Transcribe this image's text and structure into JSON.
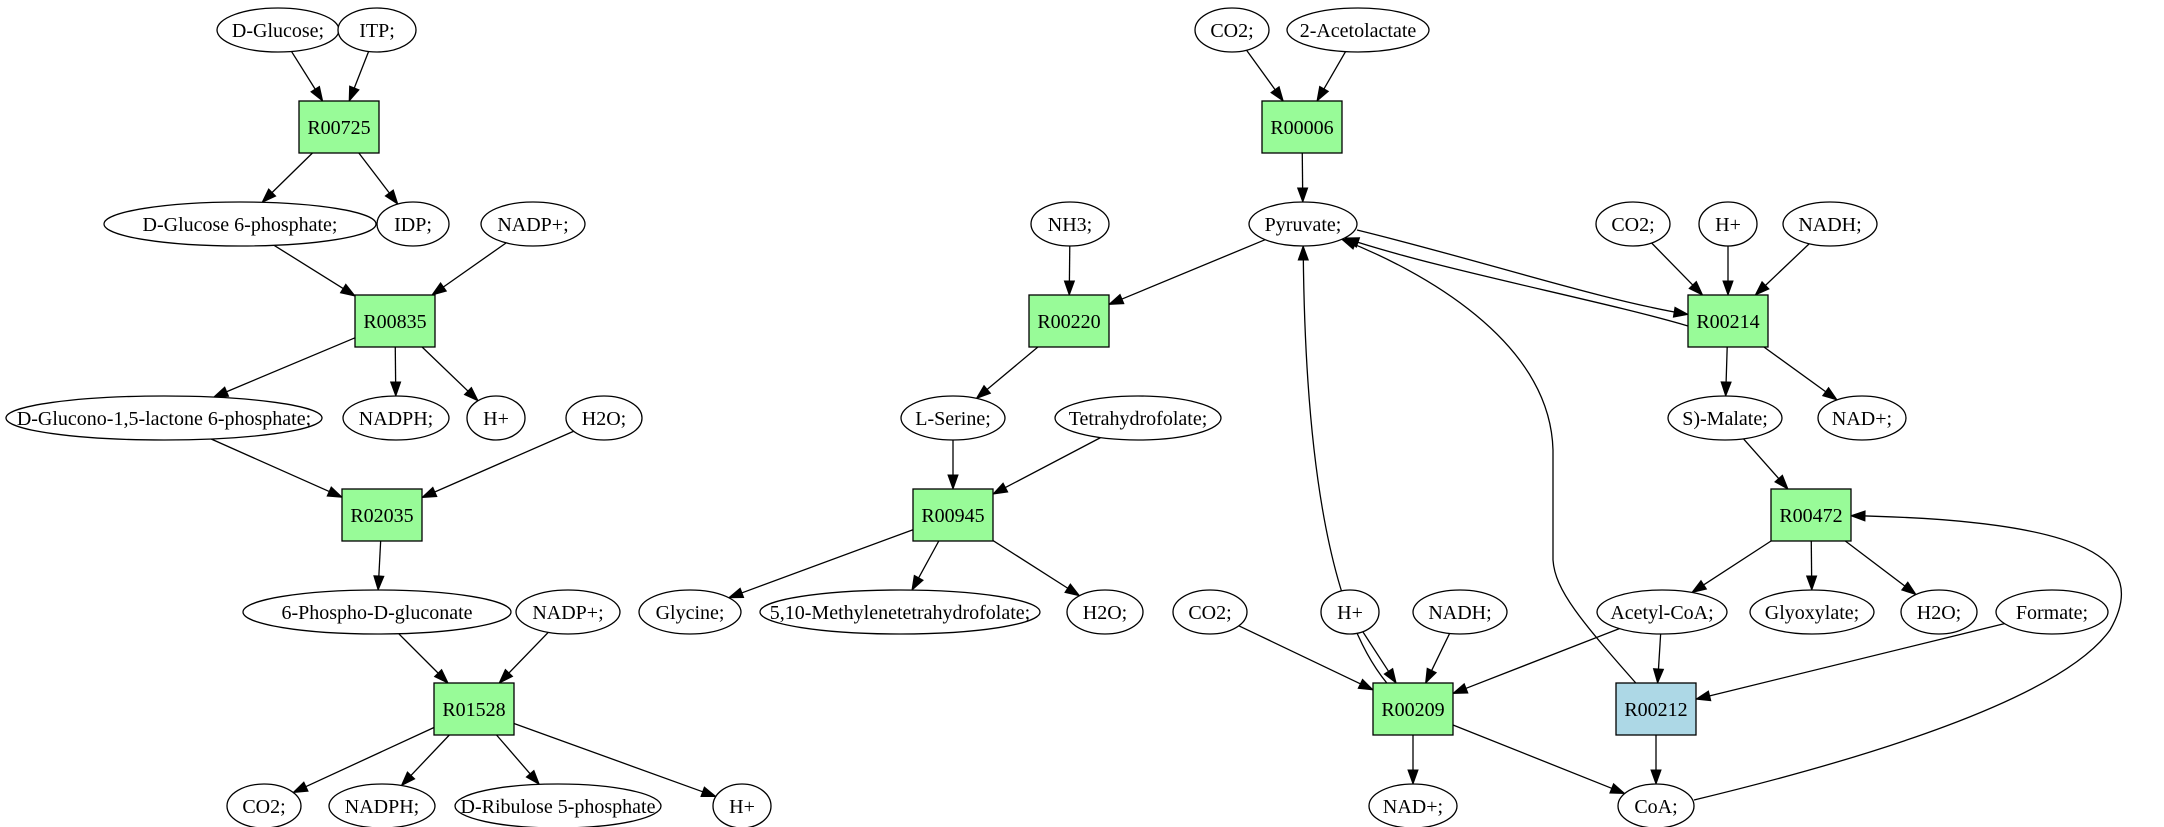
{
  "colors": {
    "reaction": "#98fb98",
    "reaction_alt": "#add8e6",
    "source_compound": "#00ff00",
    "target_compound": "#ffff00",
    "compound": "#ffffff",
    "line": "#000000"
  },
  "compounds": [
    {
      "id": "c_dglucose",
      "label": "D-Glucose;",
      "fill": "source"
    },
    {
      "id": "c_itp",
      "label": "ITP;"
    },
    {
      "id": "c_g6p",
      "label": "D-Glucose 6-phosphate;"
    },
    {
      "id": "c_idp",
      "label": "IDP;"
    },
    {
      "id": "c_nadp1",
      "label": "NADP+;"
    },
    {
      "id": "c_glucono",
      "label": "D-Glucono-1,5-lactone 6-phosphate;"
    },
    {
      "id": "c_nadph1",
      "label": "NADPH;"
    },
    {
      "id": "c_h1",
      "label": "H+"
    },
    {
      "id": "c_h2o1",
      "label": "H2O;"
    },
    {
      "id": "c_6pg",
      "label": "6-Phospho-D-gluconate"
    },
    {
      "id": "c_nadp2",
      "label": "NADP+;"
    },
    {
      "id": "c_co2a",
      "label": "CO2;"
    },
    {
      "id": "c_nadph2",
      "label": "NADPH;"
    },
    {
      "id": "c_ribulose",
      "label": "D-Ribulose 5-phosphate"
    },
    {
      "id": "c_h2",
      "label": "H+"
    },
    {
      "id": "c_co2b",
      "label": "CO2;"
    },
    {
      "id": "c_acetolactate",
      "label": "2-Acetolactate"
    },
    {
      "id": "c_pyruvate",
      "label": "Pyruvate;"
    },
    {
      "id": "c_nh3",
      "label": "NH3;"
    },
    {
      "id": "c_serine",
      "label": "L-Serine;"
    },
    {
      "id": "c_thf",
      "label": "Tetrahydrofolate;"
    },
    {
      "id": "c_glycine",
      "label": "Glycine;",
      "fill": "target"
    },
    {
      "id": "c_methylene",
      "label": "5,10-Methylenetetrahydrofolate;"
    },
    {
      "id": "c_h2o2",
      "label": "H2O;"
    },
    {
      "id": "c_co2c",
      "label": "CO2;"
    },
    {
      "id": "c_h3",
      "label": "H+"
    },
    {
      "id": "c_nadh1",
      "label": "NADH;"
    },
    {
      "id": "c_malate",
      "label": "S)-Malate;"
    },
    {
      "id": "c_nad1",
      "label": "NAD+;"
    },
    {
      "id": "c_co2d",
      "label": "CO2;"
    },
    {
      "id": "c_h4",
      "label": "H+"
    },
    {
      "id": "c_nadh2",
      "label": "NADH;"
    },
    {
      "id": "c_acetylcoa",
      "label": "Acetyl-CoA;"
    },
    {
      "id": "c_glyoxylate",
      "label": "Glyoxylate;"
    },
    {
      "id": "c_h2o3",
      "label": "H2O;"
    },
    {
      "id": "c_formate",
      "label": "Formate;"
    },
    {
      "id": "c_nad2",
      "label": "NAD+;"
    },
    {
      "id": "c_coa",
      "label": "CoA;"
    }
  ],
  "reactions": [
    {
      "id": "r_R00725",
      "label": "R00725"
    },
    {
      "id": "r_R00835",
      "label": "R00835"
    },
    {
      "id": "r_R02035",
      "label": "R02035"
    },
    {
      "id": "r_R01528",
      "label": "R01528"
    },
    {
      "id": "r_R00006",
      "label": "R00006"
    },
    {
      "id": "r_R00220",
      "label": "R00220"
    },
    {
      "id": "r_R00945",
      "label": "R00945"
    },
    {
      "id": "r_R00214",
      "label": "R00214"
    },
    {
      "id": "r_R00472",
      "label": "R00472"
    },
    {
      "id": "r_R00209",
      "label": "R00209"
    },
    {
      "id": "r_R00212",
      "label": "R00212",
      "fill": "alt"
    }
  ],
  "edges": [
    [
      "c_dglucose",
      "r_R00725"
    ],
    [
      "c_itp",
      "r_R00725"
    ],
    [
      "r_R00725",
      "c_g6p"
    ],
    [
      "r_R00725",
      "c_idp"
    ],
    [
      "c_g6p",
      "r_R00835"
    ],
    [
      "c_nadp1",
      "r_R00835"
    ],
    [
      "r_R00835",
      "c_glucono"
    ],
    [
      "r_R00835",
      "c_nadph1"
    ],
    [
      "r_R00835",
      "c_h1"
    ],
    [
      "c_glucono",
      "r_R02035"
    ],
    [
      "c_h2o1",
      "r_R02035"
    ],
    [
      "r_R02035",
      "c_6pg"
    ],
    [
      "c_6pg",
      "r_R01528"
    ],
    [
      "c_nadp2",
      "r_R01528"
    ],
    [
      "r_R01528",
      "c_co2a"
    ],
    [
      "r_R01528",
      "c_nadph2"
    ],
    [
      "r_R01528",
      "c_ribulose"
    ],
    [
      "r_R01528",
      "c_h2"
    ],
    [
      "c_co2b",
      "r_R00006"
    ],
    [
      "c_acetolactate",
      "r_R00006"
    ],
    [
      "r_R00006",
      "c_pyruvate"
    ],
    [
      "c_nh3",
      "r_R00220"
    ],
    [
      "c_pyruvate",
      "r_R00220"
    ],
    [
      "r_R00220",
      "c_serine"
    ],
    [
      "c_serine",
      "r_R00945"
    ],
    [
      "c_thf",
      "r_R00945"
    ],
    [
      "r_R00945",
      "c_glycine"
    ],
    [
      "r_R00945",
      "c_methylene"
    ],
    [
      "r_R00945",
      "c_h2o2"
    ],
    [
      "c_co2d",
      "r_R00214"
    ],
    [
      "c_h4",
      "r_R00214"
    ],
    [
      "c_nadh2",
      "r_R00214"
    ],
    [
      "c_pyruvate",
      "r_R00214"
    ],
    [
      "r_R00214",
      "c_pyruvate"
    ],
    [
      "r_R00214",
      "c_malate"
    ],
    [
      "r_R00214",
      "c_nad1"
    ],
    [
      "c_malate",
      "r_R00472"
    ],
    [
      "c_coa",
      "r_R00472"
    ],
    [
      "r_R00472",
      "c_acetylcoa"
    ],
    [
      "r_R00472",
      "c_glyoxylate"
    ],
    [
      "r_R00472",
      "c_h2o3"
    ],
    [
      "c_co2c",
      "r_R00209"
    ],
    [
      "c_h3",
      "r_R00209"
    ],
    [
      "c_nadh1",
      "r_R00209"
    ],
    [
      "c_acetylcoa",
      "r_R00209"
    ],
    [
      "r_R00209",
      "c_pyruvate"
    ],
    [
      "r_R00209",
      "c_nad2"
    ],
    [
      "r_R00209",
      "c_coa"
    ],
    [
      "c_acetylcoa",
      "r_R00212"
    ],
    [
      "c_formate",
      "r_R00212"
    ],
    [
      "r_R00212",
      "c_coa"
    ],
    [
      "r_R00212",
      "c_pyruvate"
    ]
  ]
}
